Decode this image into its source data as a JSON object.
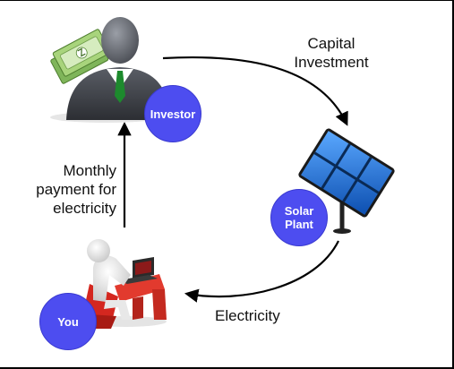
{
  "nodes": {
    "investor": {
      "badge": "Investor"
    },
    "solar_plant": {
      "badge_line1": "Solar",
      "badge_line2": "Plant"
    },
    "you": {
      "badge": "You"
    }
  },
  "flows": {
    "capital": {
      "line1": "Capital",
      "line2": "Investment"
    },
    "electricity": {
      "label": "Electricity"
    },
    "payment": {
      "line1": "Monthly",
      "line2": "payment for",
      "line3": "electricity"
    }
  },
  "colors": {
    "badge": "#4d4df0",
    "arrow": "#000000",
    "suit": "#3a3d42",
    "tie": "#1d8a2d",
    "panel": "#1e6fd6",
    "money": "#9cc873",
    "chair": "#d4271f"
  }
}
